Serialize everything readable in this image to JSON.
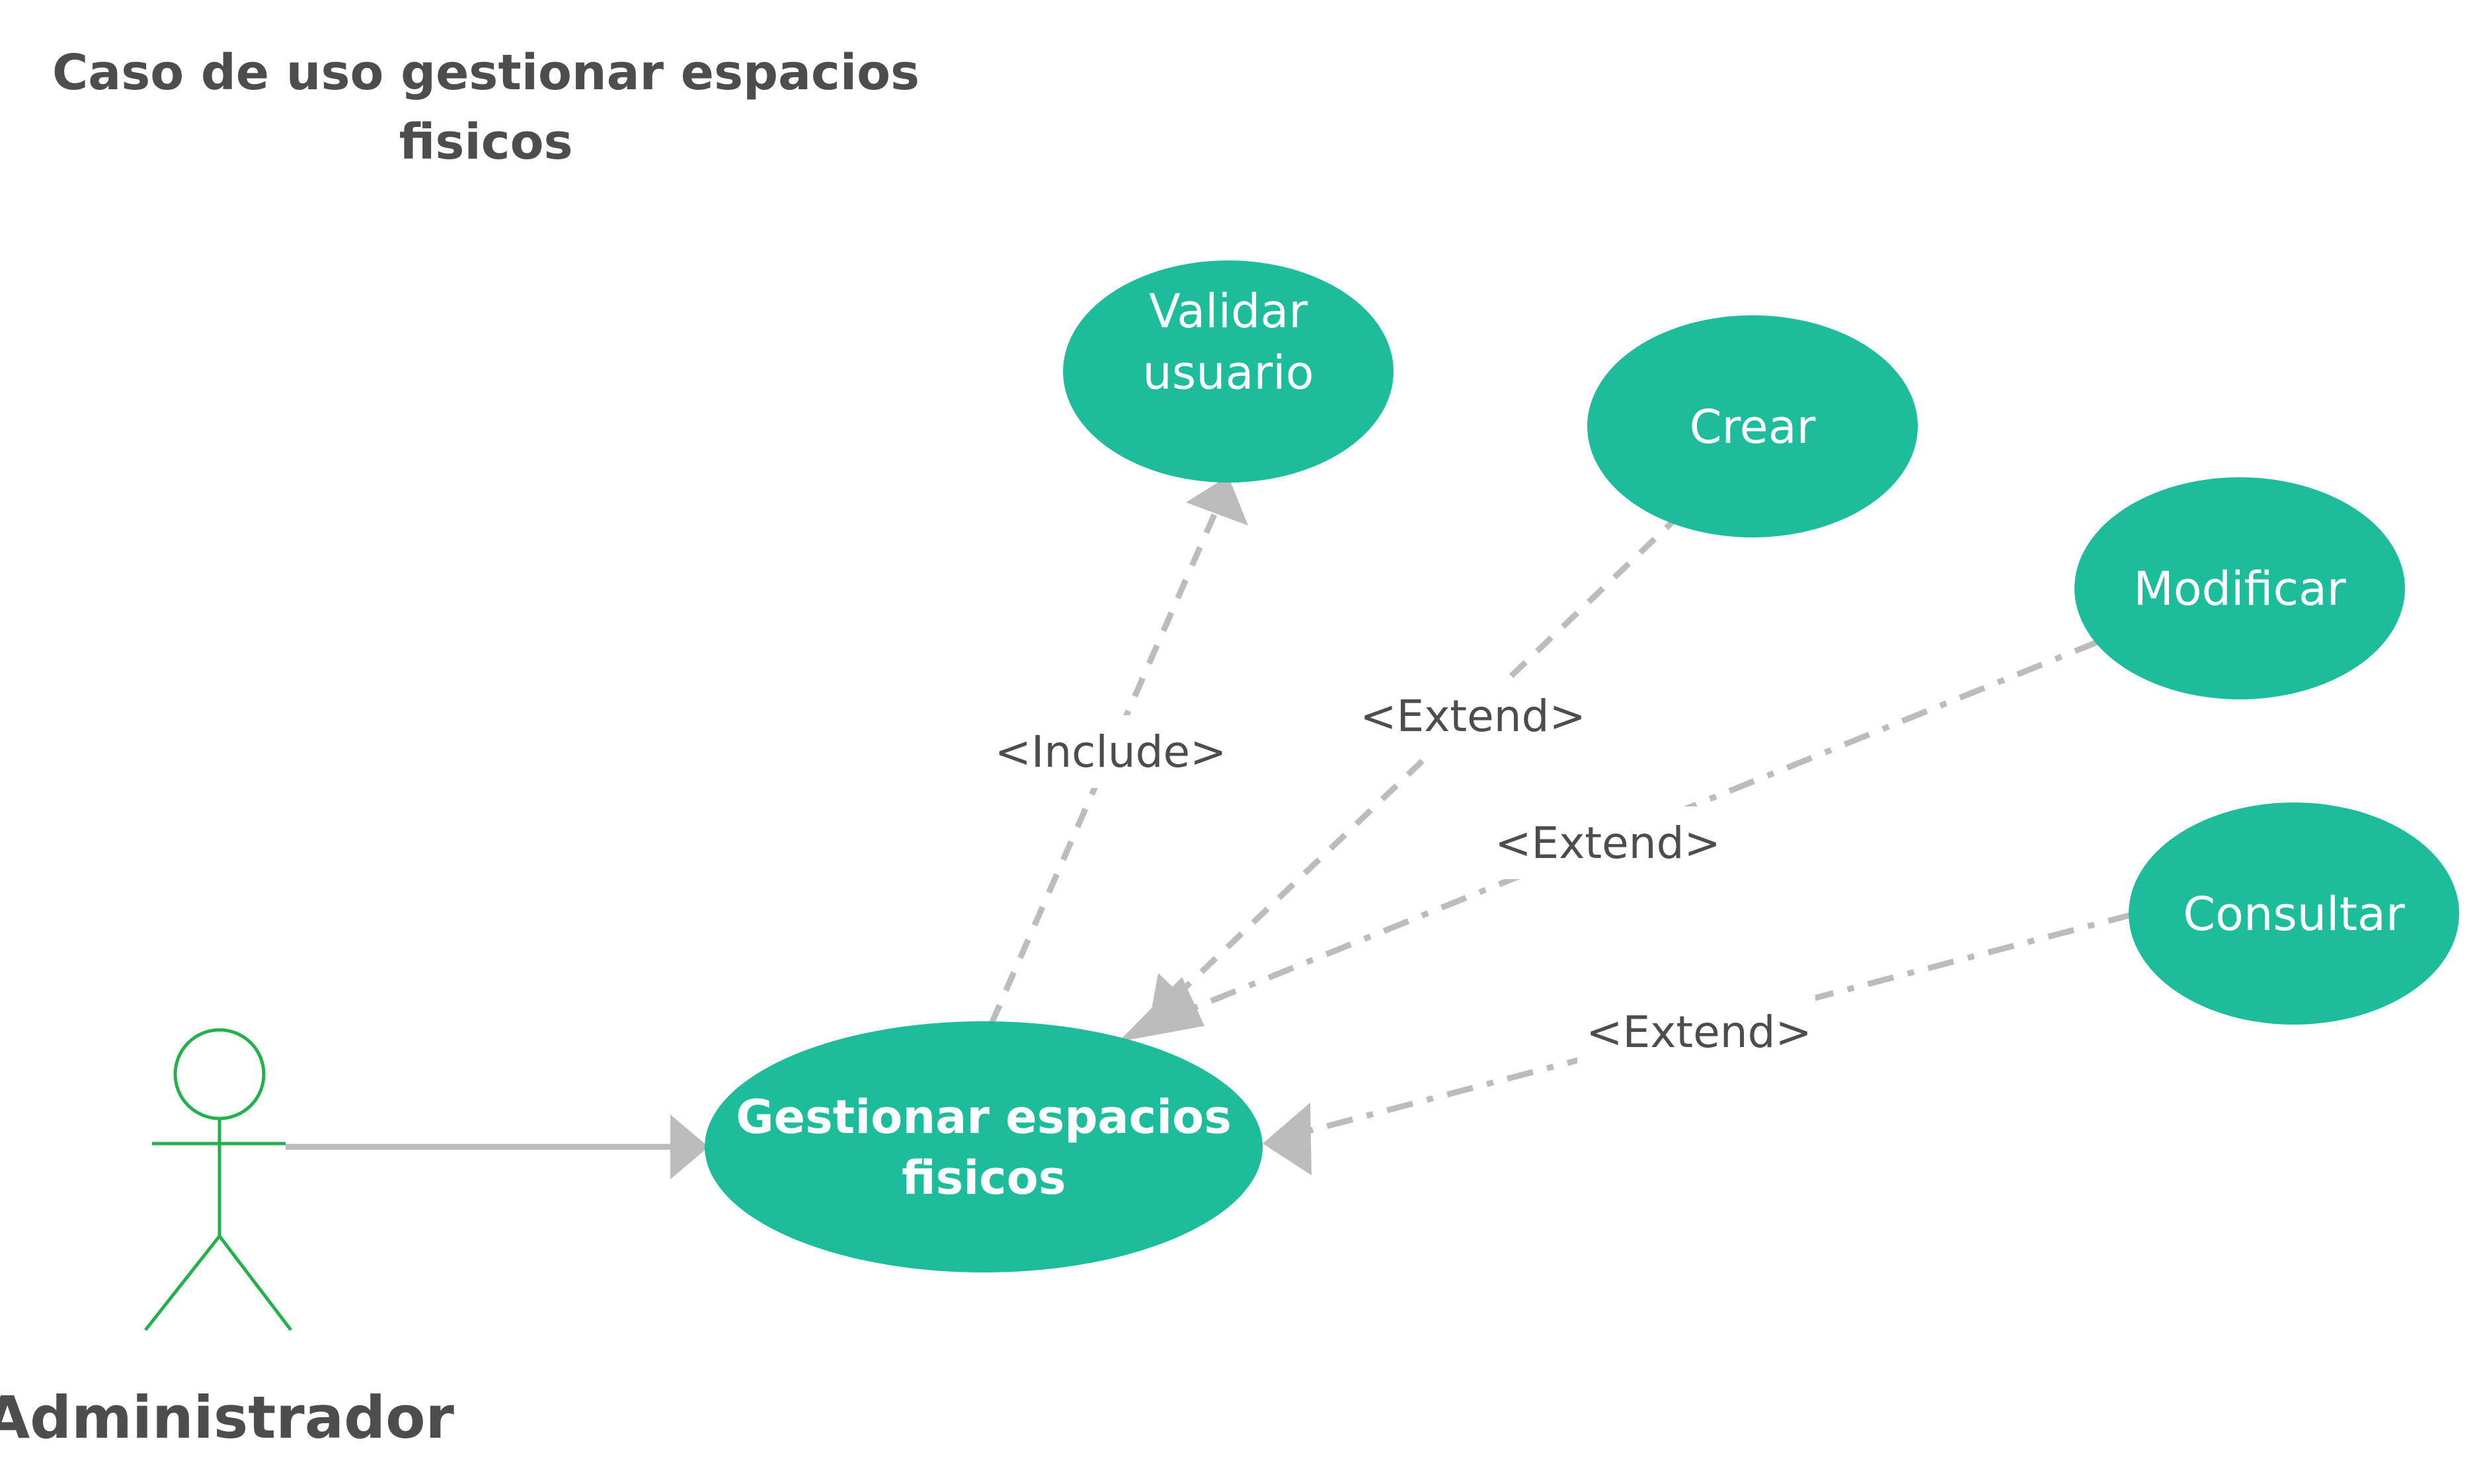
{
  "title": {
    "line1": "Caso de uso gestionar espacios",
    "line2": "fisicos"
  },
  "actor": {
    "name": "Administrador"
  },
  "use_cases": {
    "validar": {
      "line1": "Validar",
      "line2": "usuario"
    },
    "crear": {
      "label": "Crear"
    },
    "modificar": {
      "label": "Modificar"
    },
    "consultar": {
      "label": "Consultar"
    },
    "gestionar": {
      "line1": "Gestionar espacios",
      "line2": "fisicos"
    }
  },
  "relations": {
    "include": "<Include>",
    "extend_crear": "<Extend>",
    "extend_modificar": "<Extend>",
    "extend_consultar": "<Extend>"
  },
  "colors": {
    "use_case_fill": "#1dbd9b",
    "connector": "#bcbcbc",
    "actor_stroke": "#22b24c",
    "text_dark": "#4d4d4d",
    "text_light": "#ffffff"
  }
}
